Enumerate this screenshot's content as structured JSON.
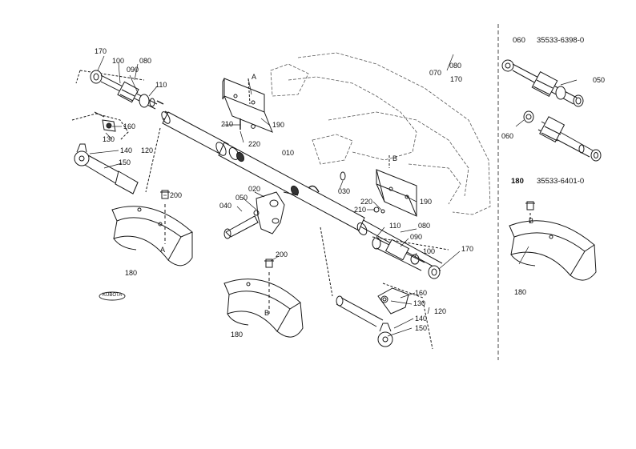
{
  "diagram": {
    "callouts": {
      "c170a": "170",
      "c100a": "100",
      "c080a": "080",
      "c090a": "090",
      "c110a": "110",
      "c160a": "160",
      "c130a": "130",
      "c140a": "140",
      "c120a": "120",
      "c150a": "150",
      "c200a": "200",
      "c180a": "180",
      "cA1": "A",
      "c210a": "210",
      "c220a": "220",
      "c190a": "190",
      "cA2": "A",
      "c080b": "080",
      "c070": "070",
      "c170b": "170",
      "c010": "010",
      "c020": "020",
      "c050": "050",
      "c040": "040",
      "c030": "030",
      "cB1": "B",
      "c220b": "220",
      "c210b": "210",
      "c190b": "190",
      "c080c": "080",
      "c110b": "110",
      "c090b": "090",
      "c100b": "100",
      "c170c": "170",
      "c200b": "200",
      "c180b": "180",
      "cB2": "B",
      "c160b": "160",
      "c130b": "130",
      "c120b": "120",
      "c140b": "140",
      "c150b": "150",
      "stamp": "KUBOTA"
    },
    "subassembly_1": {
      "code": "060",
      "part_number": "35533-6398-0",
      "c060": "060",
      "c050": "050"
    },
    "subassembly_2": {
      "code": "180",
      "part_number": "35533-6401-0",
      "cB": "B",
      "c180": "180"
    }
  }
}
